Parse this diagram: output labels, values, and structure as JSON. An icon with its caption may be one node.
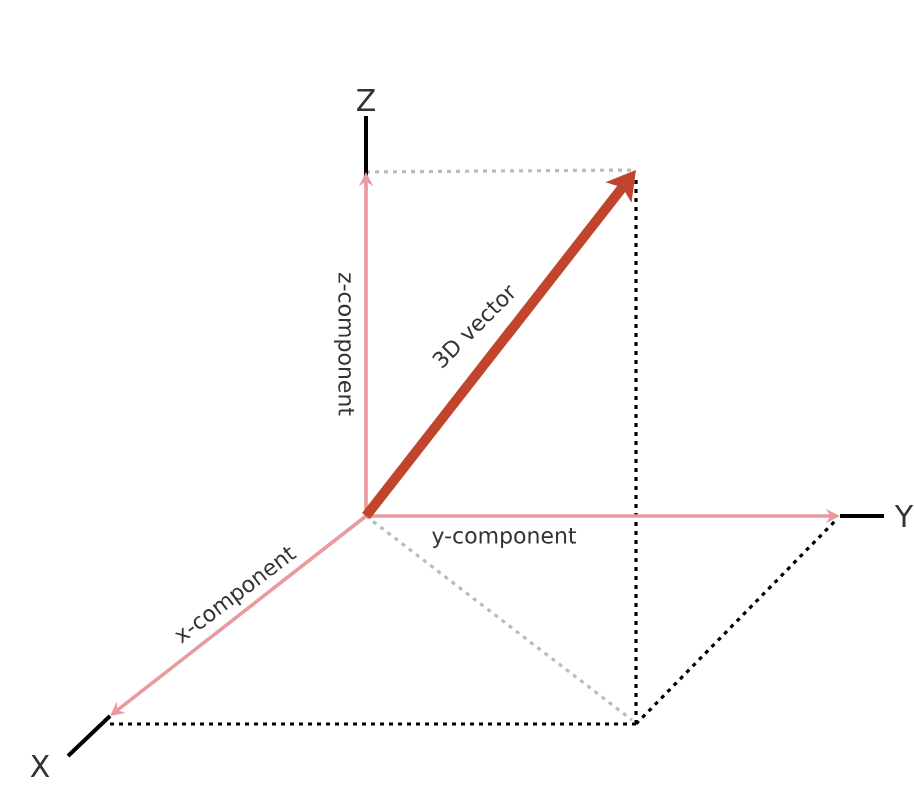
{
  "diagram": {
    "labels": [
      "Z",
      "3D vector",
      "z-component",
      "Y",
      "y-component",
      "x-component",
      "X"
    ]
  }
}
